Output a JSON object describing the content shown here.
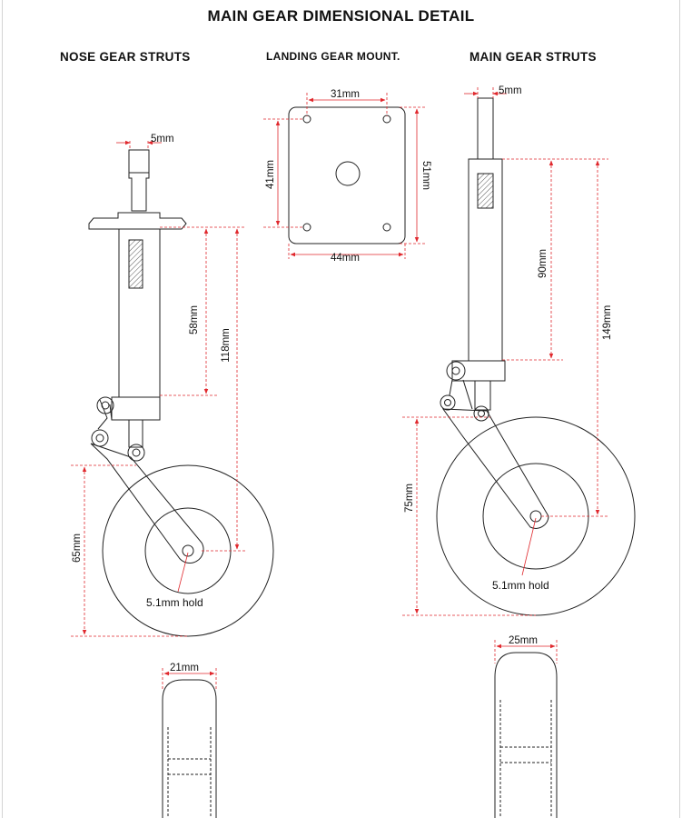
{
  "title": "MAIN GEAR DIMENSIONAL DETAIL",
  "sections": {
    "nose": "NOSE GEAR STRUTS",
    "mount": "LANDING GEAR MOUNT.",
    "main": "MAIN GEAR STRUTS"
  },
  "dimensions": {
    "nose_shaft_width": "5mm",
    "nose_upper_height": "58mm",
    "nose_total_height": "118mm",
    "nose_wheel_diameter": "65mm",
    "nose_hole": "5.1mm hold",
    "nose_tire_width": "21mm",
    "mount_hole_spacing_x": "31mm",
    "mount_hole_spacing_y": "41mm",
    "mount_height": "51mm",
    "mount_width": "44mm",
    "main_shaft_width": "5mm",
    "main_upper_height": "90mm",
    "main_total_height": "149mm",
    "main_wheel_diameter": "75mm",
    "main_hole": "5.1mm hold",
    "main_tire_width": "25mm"
  },
  "colors": {
    "line": "#222222",
    "dimension": "#e0282d",
    "hatch": "#555555"
  }
}
